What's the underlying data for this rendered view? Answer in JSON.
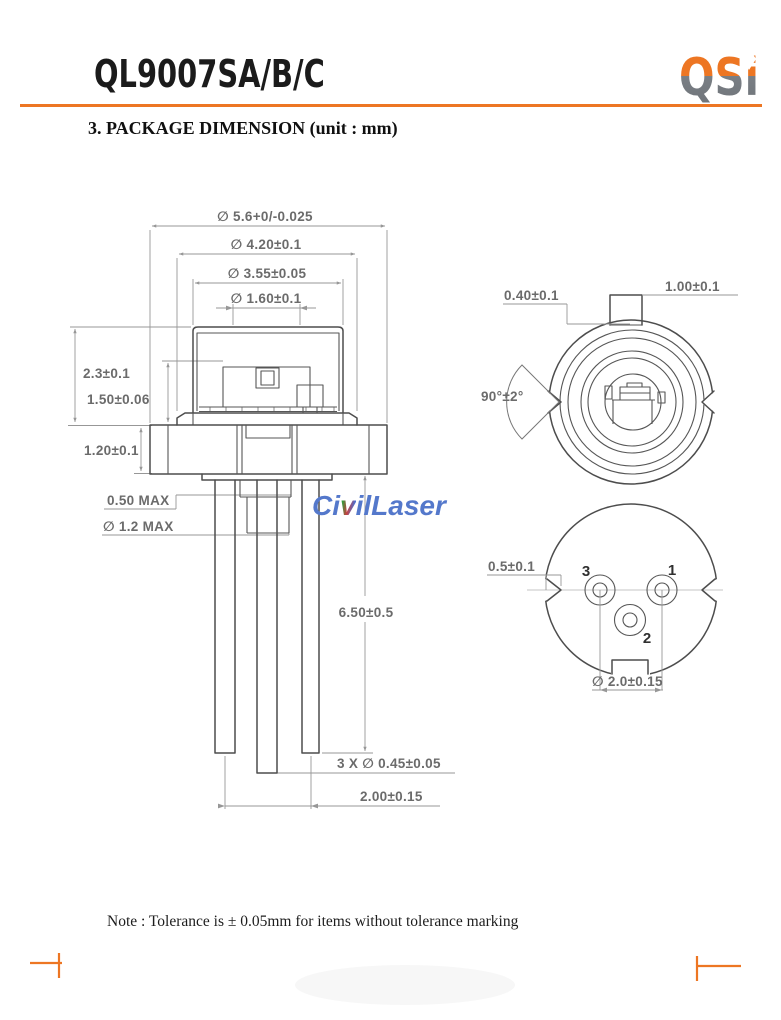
{
  "header": {
    "title": "QL9007SA/B/C",
    "logo_text": "QSi"
  },
  "section_heading": "3. PACKAGE DIMENSION (unit : mm)",
  "drawing": {
    "side_view": {
      "top_diameters": {
        "d1": "∅ 5.6+0/-0.025",
        "d2": "∅ 4.20±0.1",
        "d3": "∅ 3.55±0.05",
        "d4": "∅ 1.60±0.1"
      },
      "left_dims": {
        "cap_height": "2.3±0.1",
        "window_height": "1.50±0.06",
        "flange_thickness": "1.20±0.1",
        "standoff_max": "0.50 MAX",
        "bead_max": "∅ 1.2 MAX"
      },
      "pin_dims": {
        "length": "6.50±0.5",
        "diameter": "3 X ∅ 0.45±0.05",
        "spacing": "2.00±0.15"
      }
    },
    "top_view": {
      "tab_height": "0.40±0.1",
      "tab_width": "1.00±0.1",
      "beam_angle": "90°±2°"
    },
    "bottom_view": {
      "notch_depth": "0.5±0.1",
      "pin_circle_dia": "∅ 2.0±0.15",
      "pin3": "3",
      "pin1": "1",
      "pin2": "2"
    }
  },
  "watermark": {
    "part1": "Ci",
    "part2": "v",
    "part3": "ilLaser"
  },
  "note": "Note : Tolerance is ± 0.05mm for items without tolerance marking",
  "colors": {
    "accent_orange": "#ED7623",
    "logo_gray": "#7A7F85",
    "outline": "#4d4d4d",
    "dim_line": "#979797",
    "dim_text": "#6b6b6b",
    "watermark_blue": "#5478CB"
  }
}
